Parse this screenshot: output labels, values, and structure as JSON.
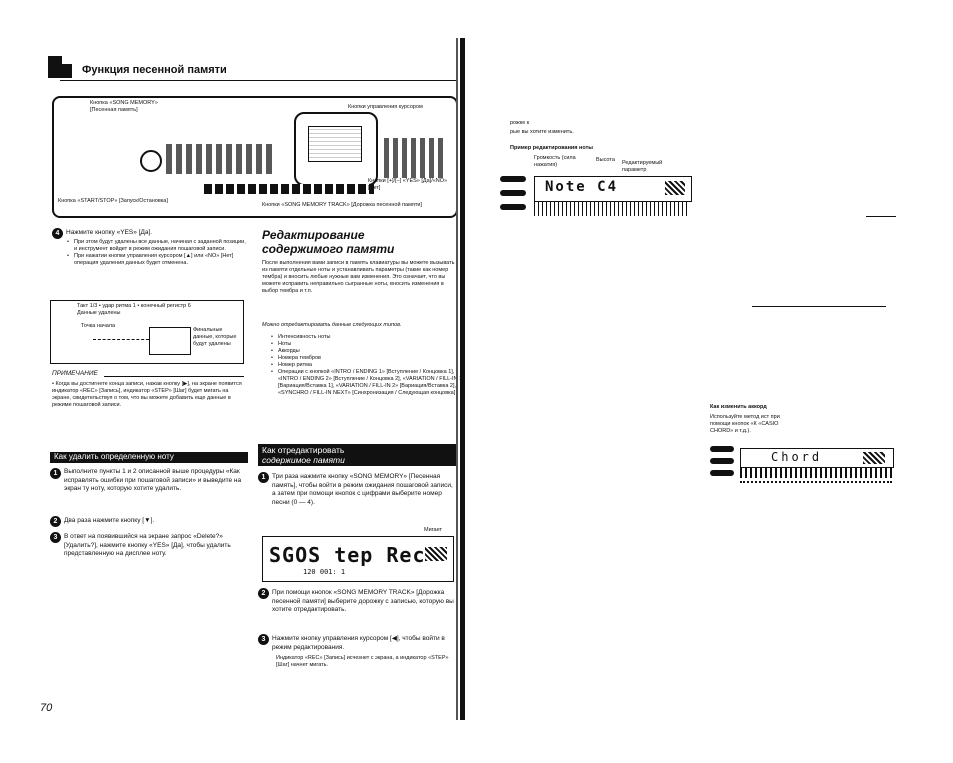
{
  "header": {
    "title": "Функция песенной памяти"
  },
  "page_number": "70",
  "diagram": {
    "label_song_memory": "Кнопка «SONG MEMORY» [Песенная память]",
    "label_cursor": "Кнопки управления курсором",
    "label_start_stop": "Кнопка «START/STOP» [Запуск/Остановка]",
    "label_yes_no": "Кнопки [+]/[–] «YES» [Да]/«NO» [Нет]",
    "label_track": "Кнопки «SONG MEMORY TRACK» [Дорожка песенной памяти]"
  },
  "step4": {
    "text": "Нажмите кнопку «YES» [Да].",
    "bullets": [
      "При этом будут удалены все данные, начиная с заданной позиции, и инструмент войдет в режим ожидания пошаговой записи.",
      "При нажатии кнопки управления курсором [▲] или «NO» [Нет] операция удаления данных будет отменена."
    ]
  },
  "small_diagram": {
    "line1": "Такт 1/3 • удар ритма 1 • конечный регистр 6",
    "line2": "Данные удалены",
    "label_left": "Точка начала",
    "label_right": "Финальные данные, которые будут удалены"
  },
  "note": {
    "heading": "ПРИМЕЧАНИЕ",
    "text": "• Когда вы достигнете конца записи, нажав кнопку [▶], на экране появится индикатор «REC» [Запись], индикатор «STEP» [Шаг] будет мигать на экране, свидетельствуя о том, что вы можете добавить еще данные в режиме пошаговой записи."
  },
  "section_delete": {
    "heading": "Как удалить определенную ноту",
    "step1": "Выполните пункты 1 и 2 описанной выше процедуры «Как исправлять ошибки при пошаговой записи» и выведите на экран ту ноту, которую хотите удалить.",
    "step2": "Два раза нажмите кнопку [▼].",
    "step3": "В ответ на появившийся на экране запрос «Delete?» [Удалить?], нажмите кнопку «YES» [Да], чтобы удалить представленную на дисплее ноту."
  },
  "section_edit": {
    "title_line1": "Редактирование",
    "title_line2": "содержимого памяти",
    "intro": "После выполнения вами записи в память клавиатуры вы можете вызывать из памяти отдельные ноты и устанавливать параметры (такие как номер тембра) и вносить любые нужные вам изменения. Это означает, что вы можете исправить неправильно сыгранные ноты, вносить изменения в выбор тембра и т.п.",
    "can_edit": "Можно отредактировать данные следующих типов.",
    "list": [
      "Интенсивность ноты",
      "Ноты",
      "Аккорды",
      "Номера тембров",
      "Номер ритма",
      "Операции с кнопкой «INTRO / ENDING 1» [Вступление / Концовка 1], «INTRO / ENDING 2» [Вступление / Концовка 2], «VARIATION / FILL-IN 1» [Вариация/Вставка 1], «VARIATION / FILL-IN 2» [Вариация/Вставка 2], «SYNCHRO / FILL-IN NEXT» [Синхронизация / Следующая концовка]"
    ]
  },
  "section_howto": {
    "heading_line1": "Как отредактировать",
    "heading_line2": "содержимое памяти",
    "step1": "Три раза нажмите кнопку «SONG MEMORY» [Песенная память], чтобы войти в режим ожидания пошаговой записи, а затем при помощи кнопок с цифрами выберите номер песни (0 — 4).",
    "blink_label": "Мигает",
    "lcd_text": "SGOS tep Rec",
    "lcd_sub": "120  001: 1",
    "step2": "При помощи кнопок «SONG MEMORY TRACK» [Дорожка песенной памяти] выберите дорожку с записью, которую вы хотите отредактировать.",
    "step3": "Нажмите кнопку управления курсором [◀], чтобы войти в режим редактирования.",
    "step3_bullet": "Индикатор «REC» [Запись] исчезнет с экрана, а индикатор «STEP» [Шаг] начнет мигать."
  },
  "right_page": {
    "frag1": "рожке к",
    "frag2": "рые вы хотите изменить.",
    "example_title": "Пример редактирования ноты",
    "ann_left": "Громкость (сила нажатия)",
    "ann_mid": "Высота",
    "ann_right": "Редактируемый параметр",
    "lcd1": "Note C4",
    "chord_title": "Как изменить аккорд",
    "chord_text": "Используйте метод ист при помощи кнопок «К «CASIO CHORD» и т.д.).",
    "lcd2": "Chord"
  }
}
